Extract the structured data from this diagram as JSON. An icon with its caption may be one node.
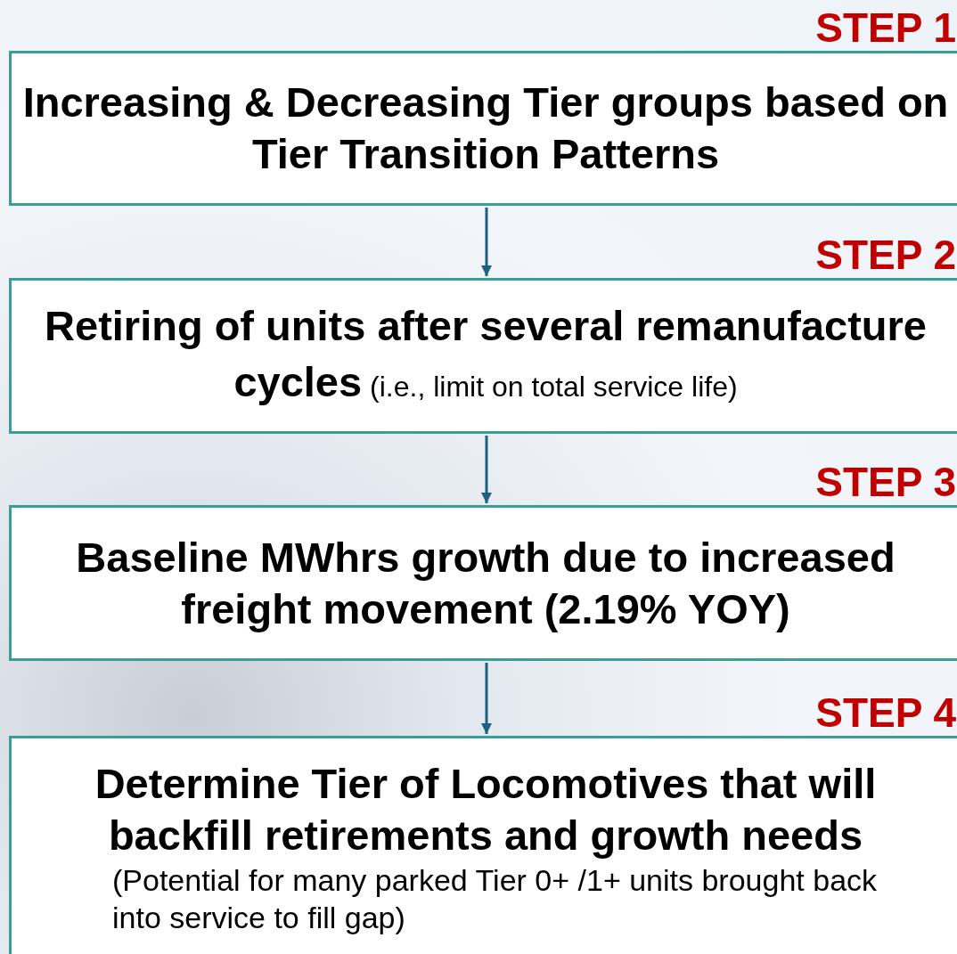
{
  "diagram": {
    "nodes": [
      {
        "text": [
          "Increasing & Decreasing Tier groups based on Tier Transition Patterns"
        ],
        "beside": [
          "STEP 1"
        ]
      },
      {
        "text": [
          "**Retiring of units after several remanufacture cycles** (i.e., limit on total service life)"
        ],
        "beside": [
          "STEP 2"
        ]
      },
      {
        "text": [
          "Baseline MWhrs growth due to increased freight movement (2.19% YOY)"
        ],
        "beside": [
          "STEP 3"
        ]
      },
      {
        "text": [
          "Determine Tier of Locomotives that will backfill retirements and growth needs",
          "(Potential for many parked Tier 0+ /1+ units brought back into service to fill gap)"
        ],
        "beside": [
          "STEP 4"
        ]
      }
    ],
    "edges": [
      {
        "from": 0,
        "to": 1,
        "arrow": "to"
      },
      {
        "from": 1,
        "to": 2,
        "arrow": "to"
      },
      {
        "from": 2,
        "to": 3,
        "arrow": "to"
      }
    ]
  }
}
